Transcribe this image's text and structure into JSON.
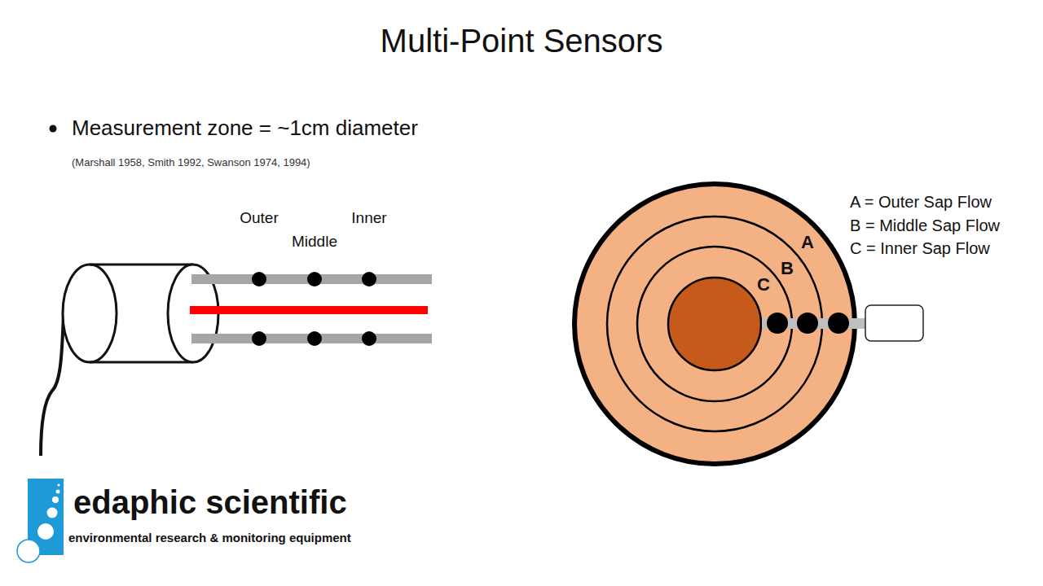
{
  "diagram": {
    "title": "Multi-Point Sensors",
    "labels": [
      "Measurement zone = ~1cm diameter",
      "(Marshall 1958, Smith 1992, Swanson 1974, 1994)",
      "Outer",
      "Middle",
      "Inner",
      "A = Outer Sap Flow",
      "B = Middle Sap Flow",
      "C = Inner Sap Flow",
      "A",
      "B",
      "C",
      "edaphic scientific",
      "environmental research & monitoring equipment"
    ]
  }
}
